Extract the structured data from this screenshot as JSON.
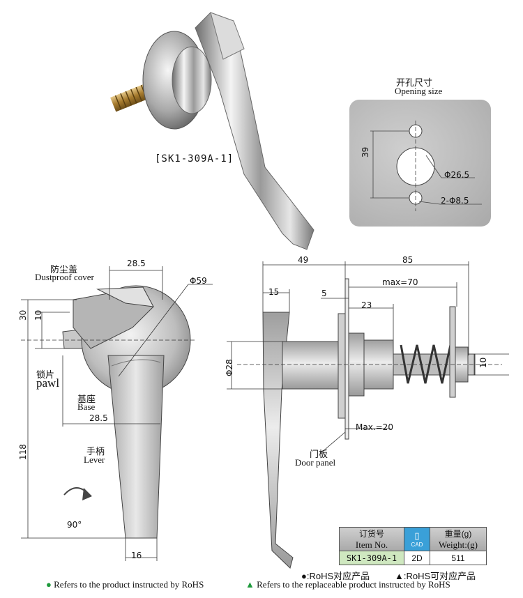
{
  "product": {
    "model_label": "[SK1-309A-1]"
  },
  "opening": {
    "title_cn": "开孔尺寸",
    "title_en": "Opening size",
    "dim_39": "39",
    "dim_dia": "Φ26.5",
    "dim_holes": "2-Φ8.5"
  },
  "front_view": {
    "dim_top": "28.5",
    "dim_dia": "Φ59",
    "dim_30": "30",
    "dim_10": "10",
    "dim_mid": "28.5",
    "dim_118": "118",
    "dim_16": "16",
    "angle": "90°",
    "label_cover_cn": "防尘盖",
    "label_cover_en": "Dustproof cover",
    "label_pawl_cn": "锁片",
    "label_pawl_en": "pawl",
    "label_base_cn": "基座",
    "label_base_en": "Base",
    "label_lever_cn": "手柄",
    "label_lever_en": "Lever"
  },
  "side_view": {
    "dim_49": "49",
    "dim_85": "85",
    "dim_15": "15",
    "dim_5": "5",
    "dim_max70": "max=70",
    "dim_23": "23",
    "dim_28": "Φ28",
    "dim_10": "10",
    "dim_max20": "Max.=20",
    "label_door_cn": "门板",
    "label_door_en": "Door panel"
  },
  "spec_table": {
    "h_item_cn": "订货号",
    "h_item_en": "Item No.",
    "h_cad": "CAD",
    "h_weight_cn": "重量(g)",
    "h_weight_en": "Weight:(g)",
    "item_no": "SK1-309A-1",
    "cad_type": "2D",
    "weight": "511"
  },
  "notes": {
    "rohs_cn": "●:RoHS对应产品",
    "rohs_alt_cn": "▲:RoHS可对应产品",
    "rohs_en": "Refers to the product instructed by RoHS",
    "rohs_alt_en": "Refers to the replaceable product instructed by RoHS"
  },
  "colors": {
    "rohs_green": "#1e9a3c",
    "cad_blue": "#3aa0d8"
  }
}
